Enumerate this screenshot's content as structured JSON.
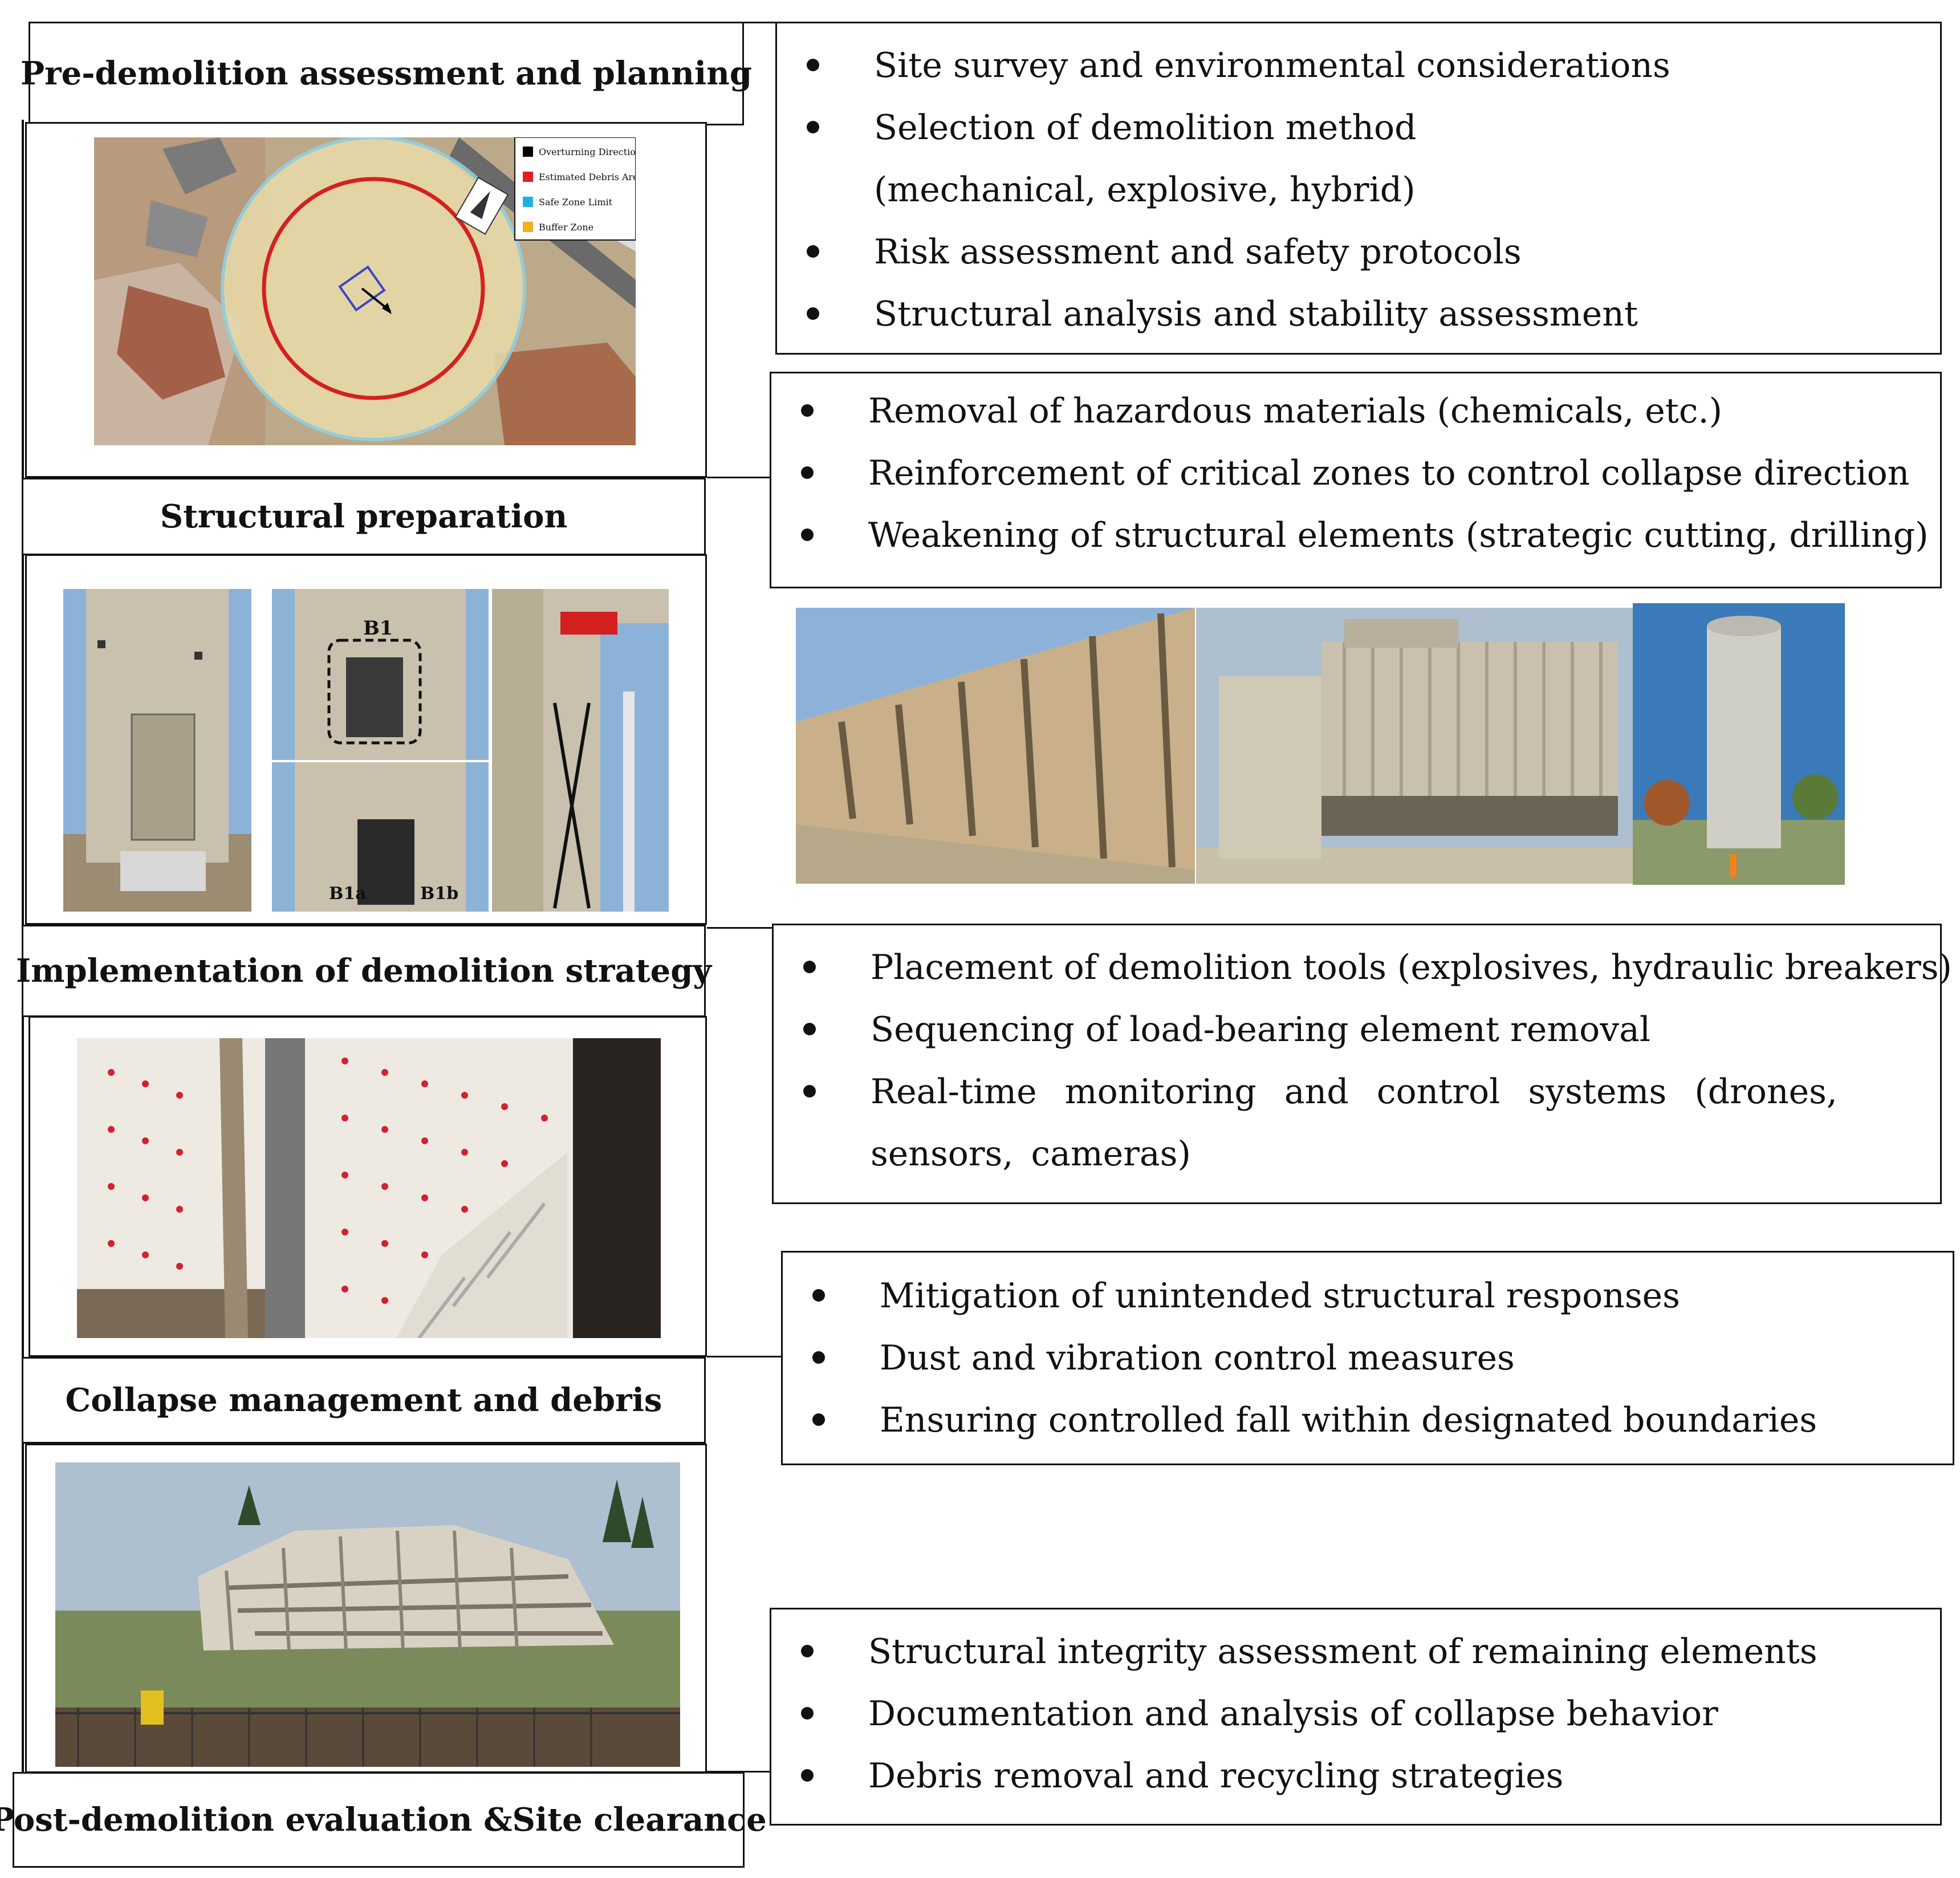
{
  "stages": [
    {
      "title": "Pre-demolition assessment and planning",
      "bullets": [
        "Site survey and environmental considerations",
        "Selection of demolition method",
        "(mechanical, explosive, hybrid)",
        "Risk assessment and safety protocols",
        "Structural analysis and stability assessment"
      ]
    },
    {
      "title": "Structural preparation",
      "bullets": [
        "Removal of hazardous materials (chemicals, etc.)",
        "Reinforcement of critical zones to control collapse direction",
        "Weakening of structural elements (strategic cutting, drilling)"
      ]
    },
    {
      "title": "Implementation of demolition strategy",
      "bullets": [
        "Placement of demolition tools (explosives, hydraulic breakers)",
        "Sequencing of load-bearing element removal",
        "Real-time monitoring and control systems (drones, sensors, cameras)"
      ]
    },
    {
      "title": "Collapse management and debris",
      "bullets": [
        "Mitigation of unintended structural responses",
        "Dust and vibration control measures",
        "Ensuring controlled fall within designated boundaries"
      ]
    },
    {
      "title": "Post-demolition evaluation &Site clearance",
      "bullets": [
        "Structural integrity assessment of remaining elements",
        "Documentation and analysis of collapse behavior",
        "Debris removal and recycling strategies"
      ]
    }
  ],
  "map_legend": [
    {
      "label": "Overturning Direction",
      "color": "#000000"
    },
    {
      "label": "Estimated Debris Area",
      "color": "#e02020"
    },
    {
      "label": "Safe Zone Limit",
      "color": "#20b0e0"
    },
    {
      "label": "Buffer Zone",
      "color": "#f0b020"
    }
  ],
  "photo_labels": {
    "b1": "B1",
    "b1a": "B1a",
    "b1b": "B1b"
  },
  "colors": {
    "debris_circle": "#d42020",
    "safe_zone": "#8fd3e6",
    "buffer": "#eadcaa",
    "concrete": "#c9c1ad",
    "sky": "#8db2d8"
  }
}
